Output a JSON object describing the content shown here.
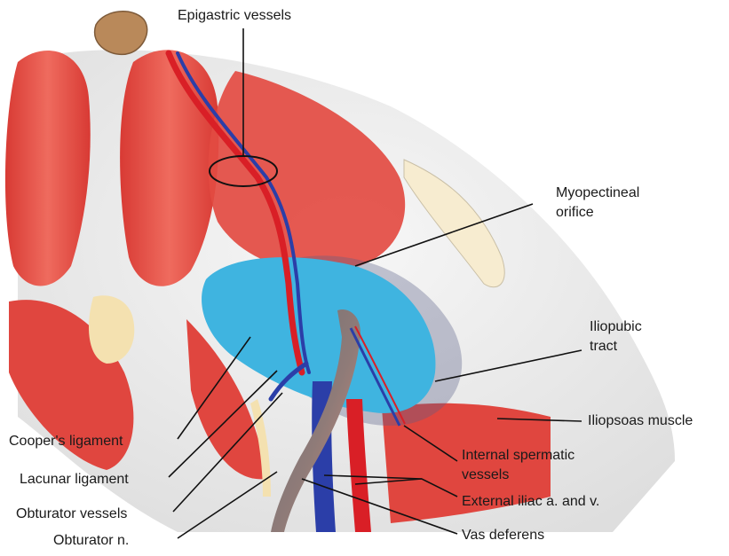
{
  "labels": {
    "epigastric_vessels": "Epigastric vessels",
    "myopectineal_line1": "Myopectineal",
    "myopectineal_line2": "orifice",
    "iliopubic_line1": "Iliopubic",
    "iliopubic_line2": "tract",
    "iliopsoas_muscle": "Iliopsoas muscle",
    "internal_spermatic_line1": "Internal spermatic",
    "internal_spermatic_line2": "vessels",
    "external_iliac": "External iliac a. and v.",
    "vas_deferens": "Vas deferens",
    "coopers_ligament": "Cooper's ligament",
    "lacunar_ligament": "Lacunar ligament",
    "obturator_vessels": "Obturator vessels",
    "obturator_nerve": "Obturator n."
  },
  "colors": {
    "muscle": "#e0463f",
    "muscle_light": "#ef7a6c",
    "fascia": "#eeeeee",
    "fascia_shadow": "#d9d9d9",
    "orifice": "#3fb4e0",
    "orifice_shadow": "#5a5f86",
    "artery": "#d91f26",
    "vein": "#2b3ea8",
    "vas_deferens": "#c9776a",
    "bone": "#f4e1b0",
    "umbilicus": "#b9895a"
  }
}
